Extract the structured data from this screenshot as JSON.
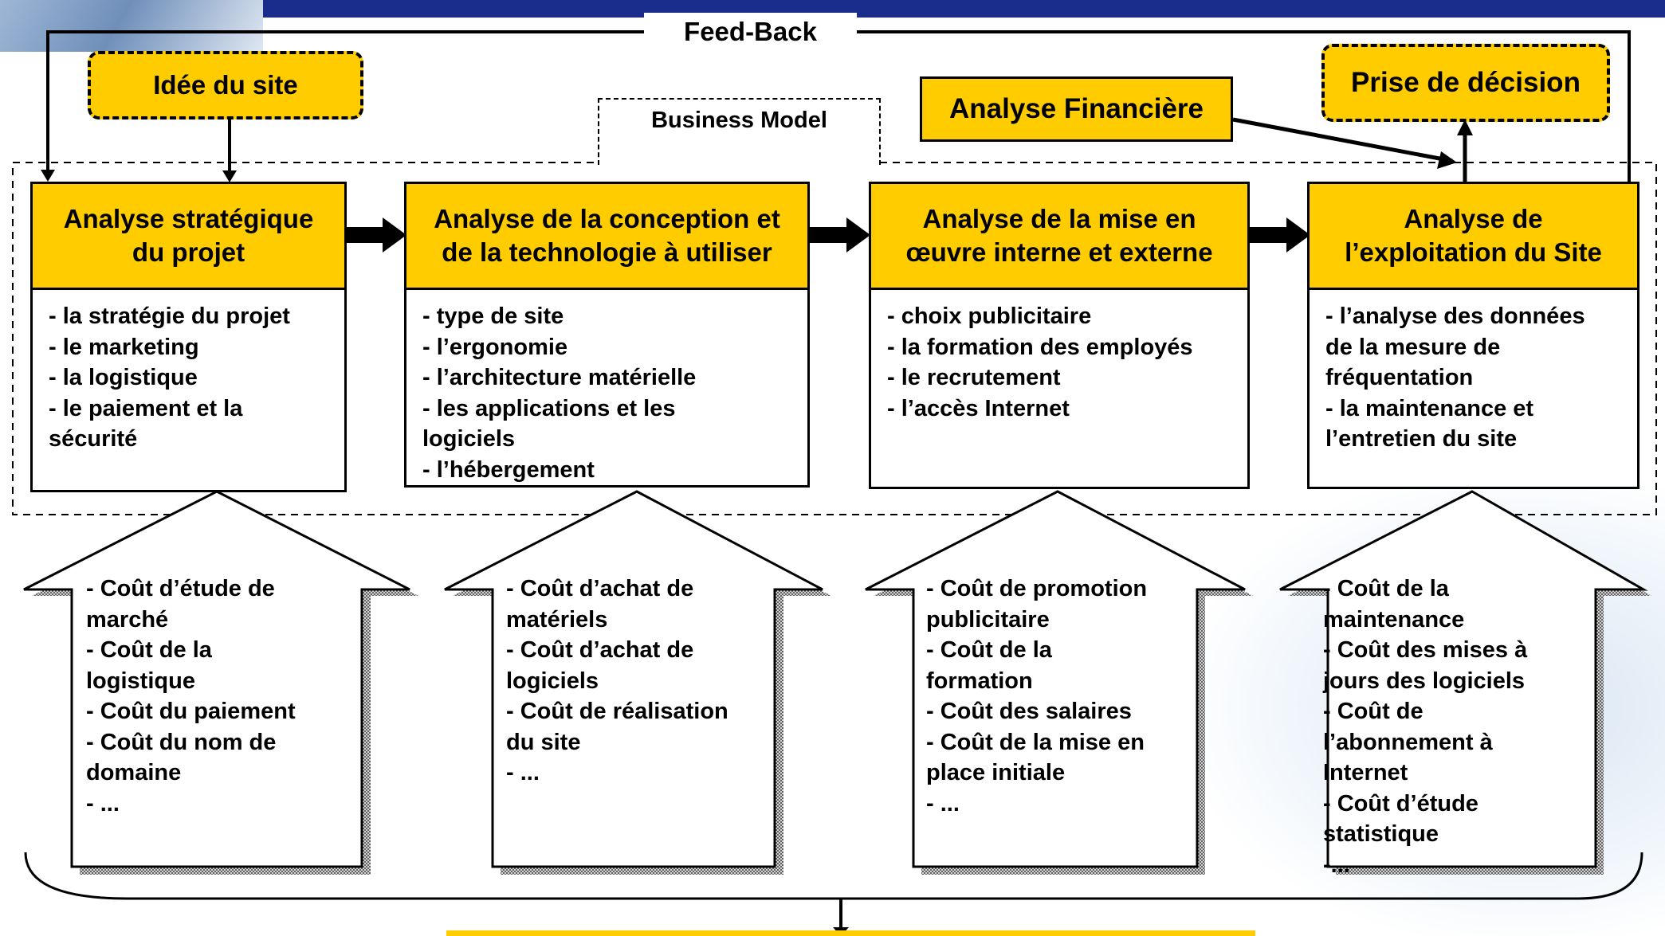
{
  "feedback": {
    "label": "Feed-Back"
  },
  "idea": {
    "label": "Idée du site"
  },
  "business_model": {
    "label": "Business Model"
  },
  "finance": {
    "label": "Analyse Financière"
  },
  "decision": {
    "label": "Prise de décision"
  },
  "stages": [
    {
      "title": [
        "Analyse stratégique",
        "du projet"
      ],
      "items": [
        "- la stratégie du projet",
        "- le marketing",
        "- la logistique",
        "- le paiement et la",
        "sécurité"
      ]
    },
    {
      "title": [
        "Analyse de la conception et",
        "de la technologie à utiliser"
      ],
      "items": [
        "- type de site",
        "- l’ergonomie",
        "- l’architecture matérielle",
        "- les applications et les",
        "logiciels",
        "- l’hébergement"
      ]
    },
    {
      "title": [
        "Analyse de la mise en",
        "œuvre interne et externe"
      ],
      "items": [
        "- choix publicitaire",
        "- la formation des employés",
        "- le recrutement",
        "- l’accès Internet"
      ]
    },
    {
      "title": [
        "Analyse de",
        "l’exploitation du Site"
      ],
      "items": [
        "- l’analyse des données",
        "de la mesure de",
        "fréquentation",
        "- la maintenance et",
        "l’entretien du site"
      ]
    }
  ],
  "costs": [
    [
      "- Coût d’étude de",
      "marché",
      "- Coût de la",
      "logistique",
      "- Coût du paiement",
      "- Coût du nom de",
      "domaine",
      "- ..."
    ],
    [
      "- Coût d’achat de",
      "matériels",
      "- Coût d’achat de",
      "logiciels",
      "- Coût de réalisation",
      "du site",
      "- ..."
    ],
    [
      "- Coût de promotion",
      "publicitaire",
      "- Coût de la",
      "formation",
      "- Coût des salaires",
      "- Coût de la mise en",
      "place initiale",
      "- ..."
    ],
    [
      "- Coût de la",
      "maintenance",
      "- Coût des mises à",
      "jours des logiciels",
      "- Coût de",
      "l’abonnement à",
      "Internet",
      "- Coût d’étude",
      "statistique",
      "-..."
    ]
  ],
  "colors": {
    "accent_yellow": "#ffcc00",
    "header_blue": "#1a2d8c"
  }
}
